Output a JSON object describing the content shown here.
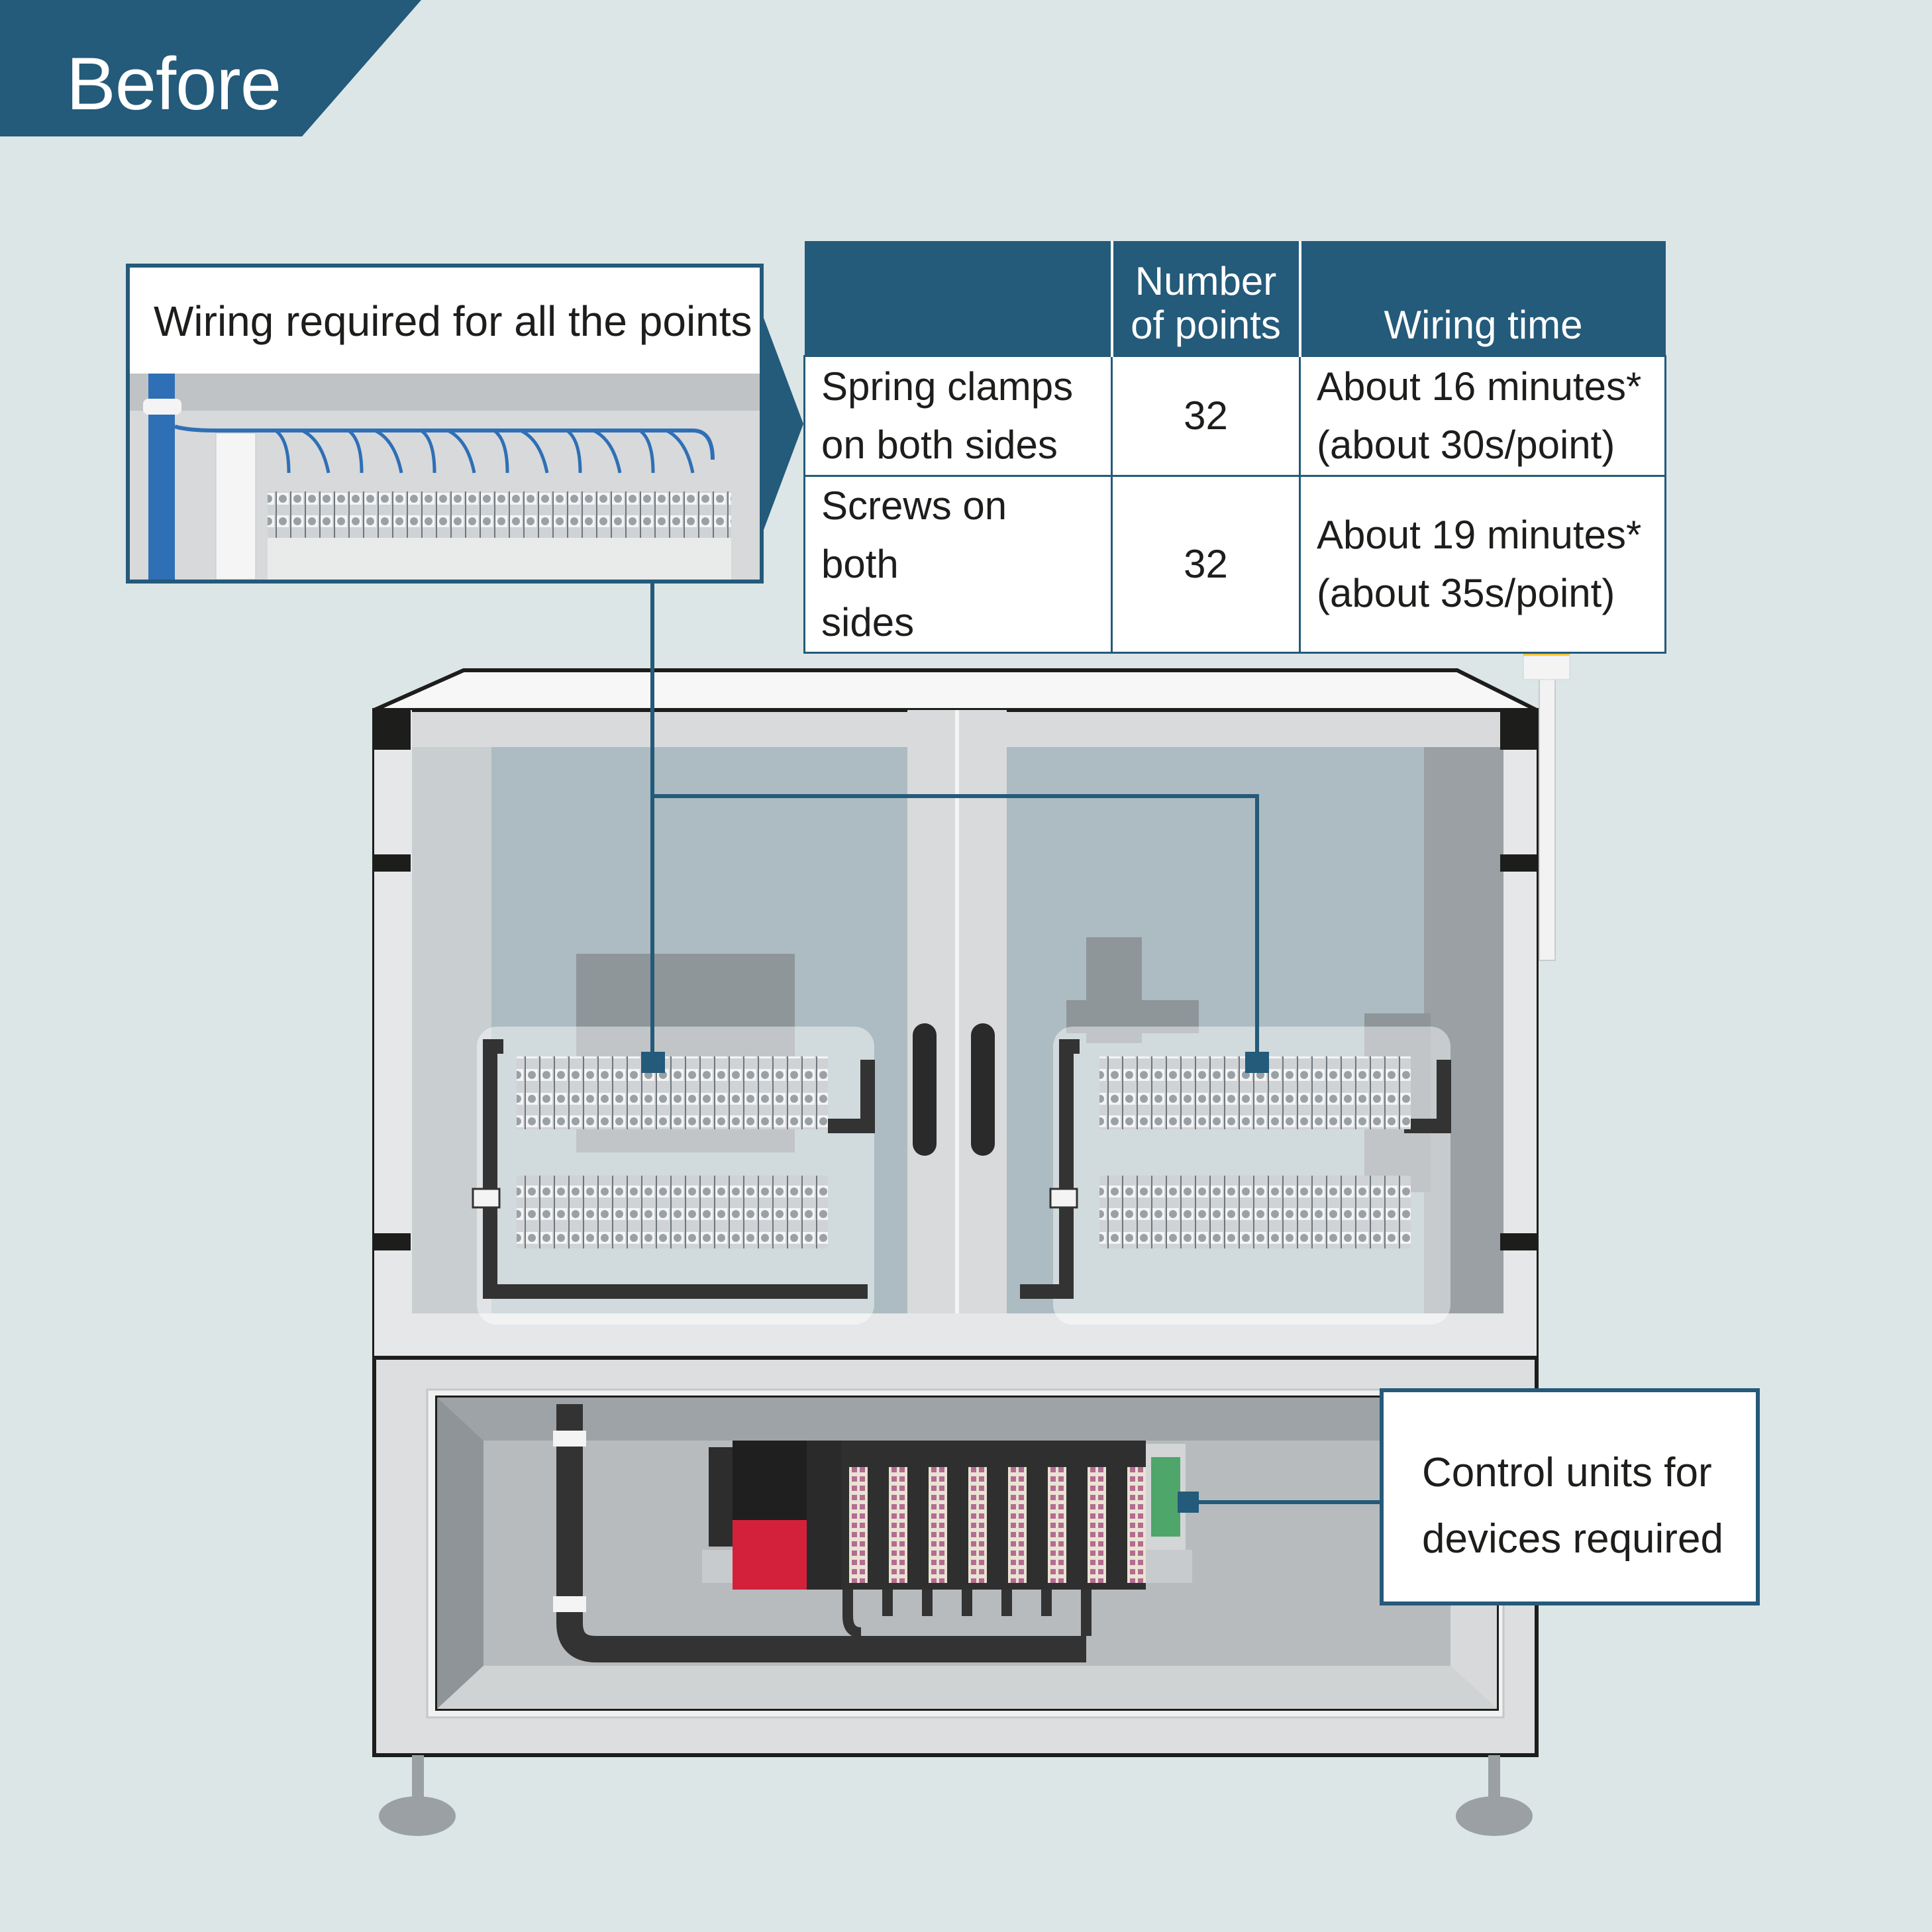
{
  "header": {
    "label": "Before"
  },
  "callouts": {
    "wiring": "Wiring required for all the points",
    "control_units": [
      "Control units for",
      "devices required"
    ]
  },
  "table": {
    "headers": [
      {
        "lines": [
          ""
        ]
      },
      {
        "lines": [
          "Number",
          "of points"
        ]
      },
      {
        "lines": [
          "Wiring time"
        ]
      }
    ],
    "rows": [
      {
        "method": [
          "Spring clamps",
          "on both sides"
        ],
        "points": "32",
        "time": [
          "About 16 minutes*",
          "(about 30s/point)"
        ]
      },
      {
        "method": [
          "Screws on both",
          "sides"
        ],
        "points": "32",
        "time": [
          "About 19 minutes*",
          "(about 35s/point)"
        ]
      }
    ]
  },
  "colors": {
    "background": "#dce6e7",
    "accent_blue": "#245a7a",
    "wire_blue": "#2f6fb5",
    "plc_red": "#d4213b",
    "signal_orange": "#e8803a"
  }
}
